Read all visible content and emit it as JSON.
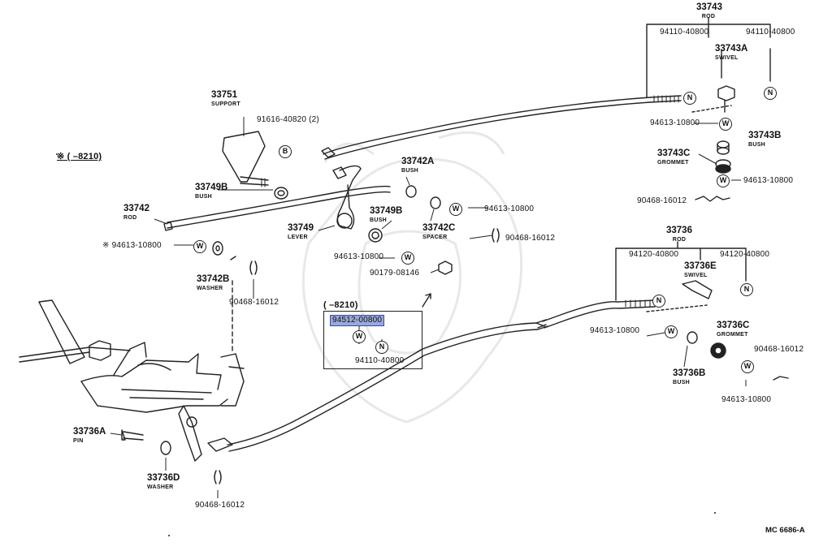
{
  "callouts": {
    "c33743": {
      "part": "33743",
      "name": "ROD"
    },
    "c94110a": {
      "part": "94110-40800"
    },
    "c94110b": {
      "part": "94110-40800"
    },
    "c33743A": {
      "part": "33743A",
      "name": "SWIVEL"
    },
    "c94613a": {
      "part": "94613-10800"
    },
    "c33743B": {
      "part": "33743B",
      "name": "BUSH"
    },
    "c33743C": {
      "part": "33743C",
      "name": "GROMMET"
    },
    "c94613b": {
      "part": "94613-10800"
    },
    "c90468a": {
      "part": "90468-16012"
    },
    "c33751": {
      "part": "33751",
      "name": "SUPPORT"
    },
    "c91616": {
      "part": "91616-40820 (2)"
    },
    "c33749B1": {
      "part": "33749B",
      "name": "BUSH"
    },
    "c33742A": {
      "part": "33742A",
      "name": "BUSH"
    },
    "c33742": {
      "part": "33742",
      "name": "ROD"
    },
    "c33749B2": {
      "part": "33749B",
      "name": "BUSH"
    },
    "c94613c": {
      "part": "94613-10800"
    },
    "c33749": {
      "part": "33749",
      "name": "LEVER"
    },
    "c33742C": {
      "part": "33742C",
      "name": "SPACER"
    },
    "c90468b": {
      "part": "90468-16012"
    },
    "c94613d": {
      "part": "94613-10800",
      "mark": "※"
    },
    "c94613e": {
      "part": "94613-10800"
    },
    "c90179": {
      "part": "90179-08146"
    },
    "c33742B": {
      "part": "33742B",
      "name": "WASHER"
    },
    "c90468c": {
      "part": "90468-16012"
    },
    "c33736": {
      "part": "33736",
      "name": "ROD"
    },
    "c94120a": {
      "part": "94120-40800"
    },
    "c94120b": {
      "part": "94120-40800"
    },
    "c33736E": {
      "part": "33736E",
      "name": "SWIVEL"
    },
    "c94613f": {
      "part": "94613-10800"
    },
    "c33736C": {
      "part": "33736C",
      "name": "GROMMET"
    },
    "c90468d": {
      "part": "90468-16012"
    },
    "c33736B": {
      "part": "33736B",
      "name": "BUSH"
    },
    "c94613g": {
      "part": "94613-10800"
    },
    "c33736A": {
      "part": "33736A",
      "name": "PIN"
    },
    "c33736D": {
      "part": "33736D",
      "name": "WASHER"
    },
    "c90468e": {
      "part": "90468-16012"
    }
  },
  "notes": {
    "date_note_left": "※ (      –8210)",
    "date_note_box": "(      –8210)",
    "box_part_highlight": "94512-00800",
    "box_part_n": "94110-40800",
    "footer": "MC  6686-A"
  },
  "symbols": {
    "w": "W",
    "n": "N",
    "b": "B"
  },
  "colors": {
    "line": "#222222",
    "highlight": "#9aa8d9",
    "highlight_border": "#3a4aa8",
    "watermark": "#e6e6e6"
  }
}
